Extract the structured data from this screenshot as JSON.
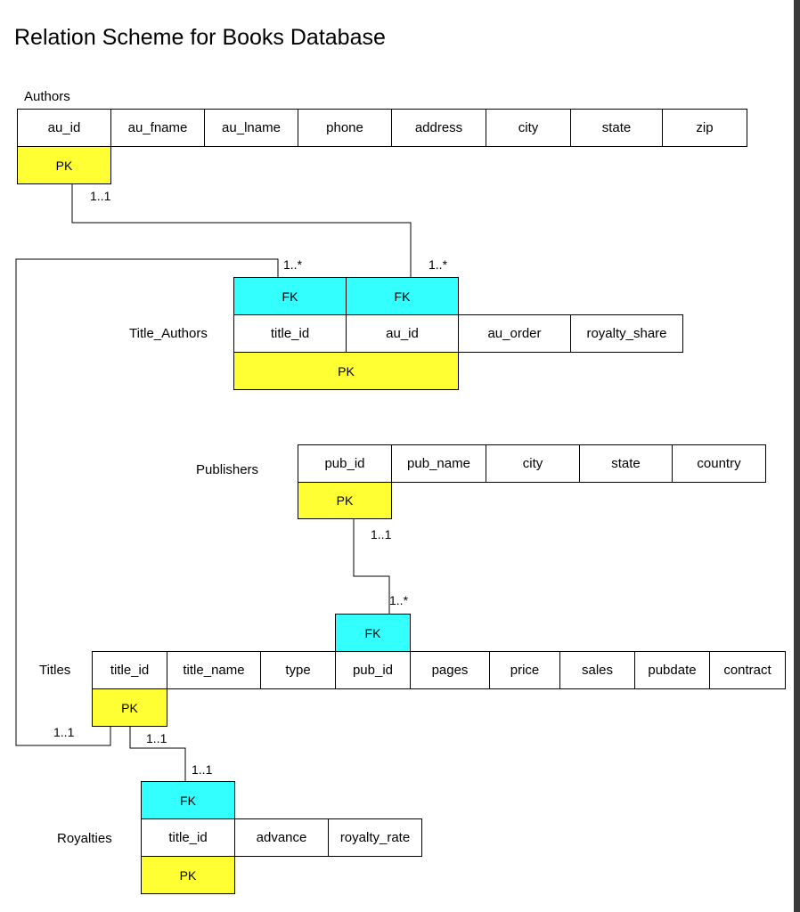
{
  "title": "Relation Scheme for Books Database",
  "tables": {
    "authors": {
      "name": "Authors",
      "columns": [
        "au_id",
        "au_fname",
        "au_lname",
        "phone",
        "address",
        "city",
        "state",
        "zip"
      ],
      "pk": "PK"
    },
    "title_authors": {
      "name": "Title_Authors",
      "columns": [
        "title_id",
        "au_id",
        "au_order",
        "royalty_share"
      ],
      "fk": [
        "FK",
        "FK"
      ],
      "pk": "PK"
    },
    "publishers": {
      "name": "Publishers",
      "columns": [
        "pub_id",
        "pub_name",
        "city",
        "state",
        "country"
      ],
      "pk": "PK"
    },
    "titles": {
      "name": "Titles",
      "columns": [
        "title_id",
        "title_name",
        "type",
        "pub_id",
        "pages",
        "price",
        "sales",
        "pubdate",
        "contract"
      ],
      "fk": "FK",
      "pk": "PK"
    },
    "royalties": {
      "name": "Royalties",
      "columns": [
        "title_id",
        "advance",
        "royalty_rate"
      ],
      "fk": "FK",
      "pk": "PK"
    }
  },
  "multiplicities": {
    "authors_one": "1..1",
    "title_authors_title_many": "1..*",
    "title_authors_author_many": "1..*",
    "publishers_one": "1..1",
    "titles_pub_many": "1..*",
    "titles_to_title_authors_one": "1..1",
    "titles_to_royalties_one": "1..1",
    "royalties_one": "1..1"
  },
  "colors": {
    "pk": "#ffff33",
    "fk": "#33ffff"
  }
}
